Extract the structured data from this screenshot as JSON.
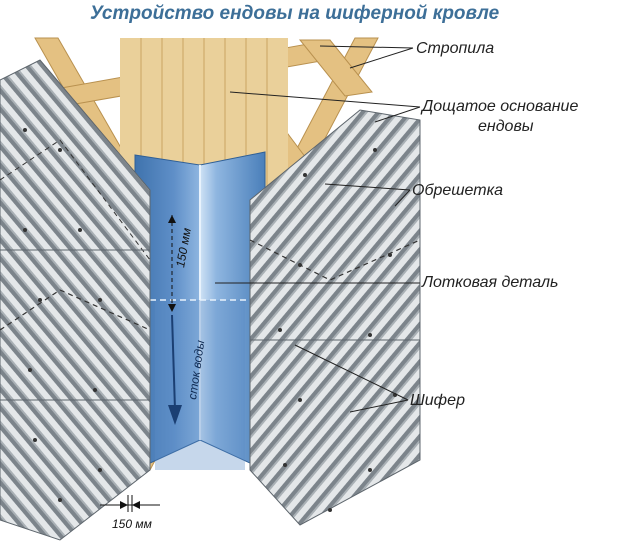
{
  "title": "Устройство ендовы на шиферной кровле",
  "labels": {
    "rafters": "Стропила",
    "board_base_line1": "Дощатое основание",
    "board_base_line2": "ендовы",
    "battens": "Обрешетка",
    "trough": "Лотковая деталь",
    "slate": "Шифер"
  },
  "dims": {
    "overlap": "150 мм",
    "side": "150 мм"
  },
  "flow_label": "сток воды",
  "colors": {
    "title": "#3d6f98",
    "wood": "#e8c98c",
    "wood_line": "#c9a563",
    "slate_light": "#e3e6e8",
    "slate_dark": "#7d858c",
    "metal": "#5f8fc8",
    "metal_light": "#9dc0e6",
    "metal_dark": "#3c6ea8"
  }
}
